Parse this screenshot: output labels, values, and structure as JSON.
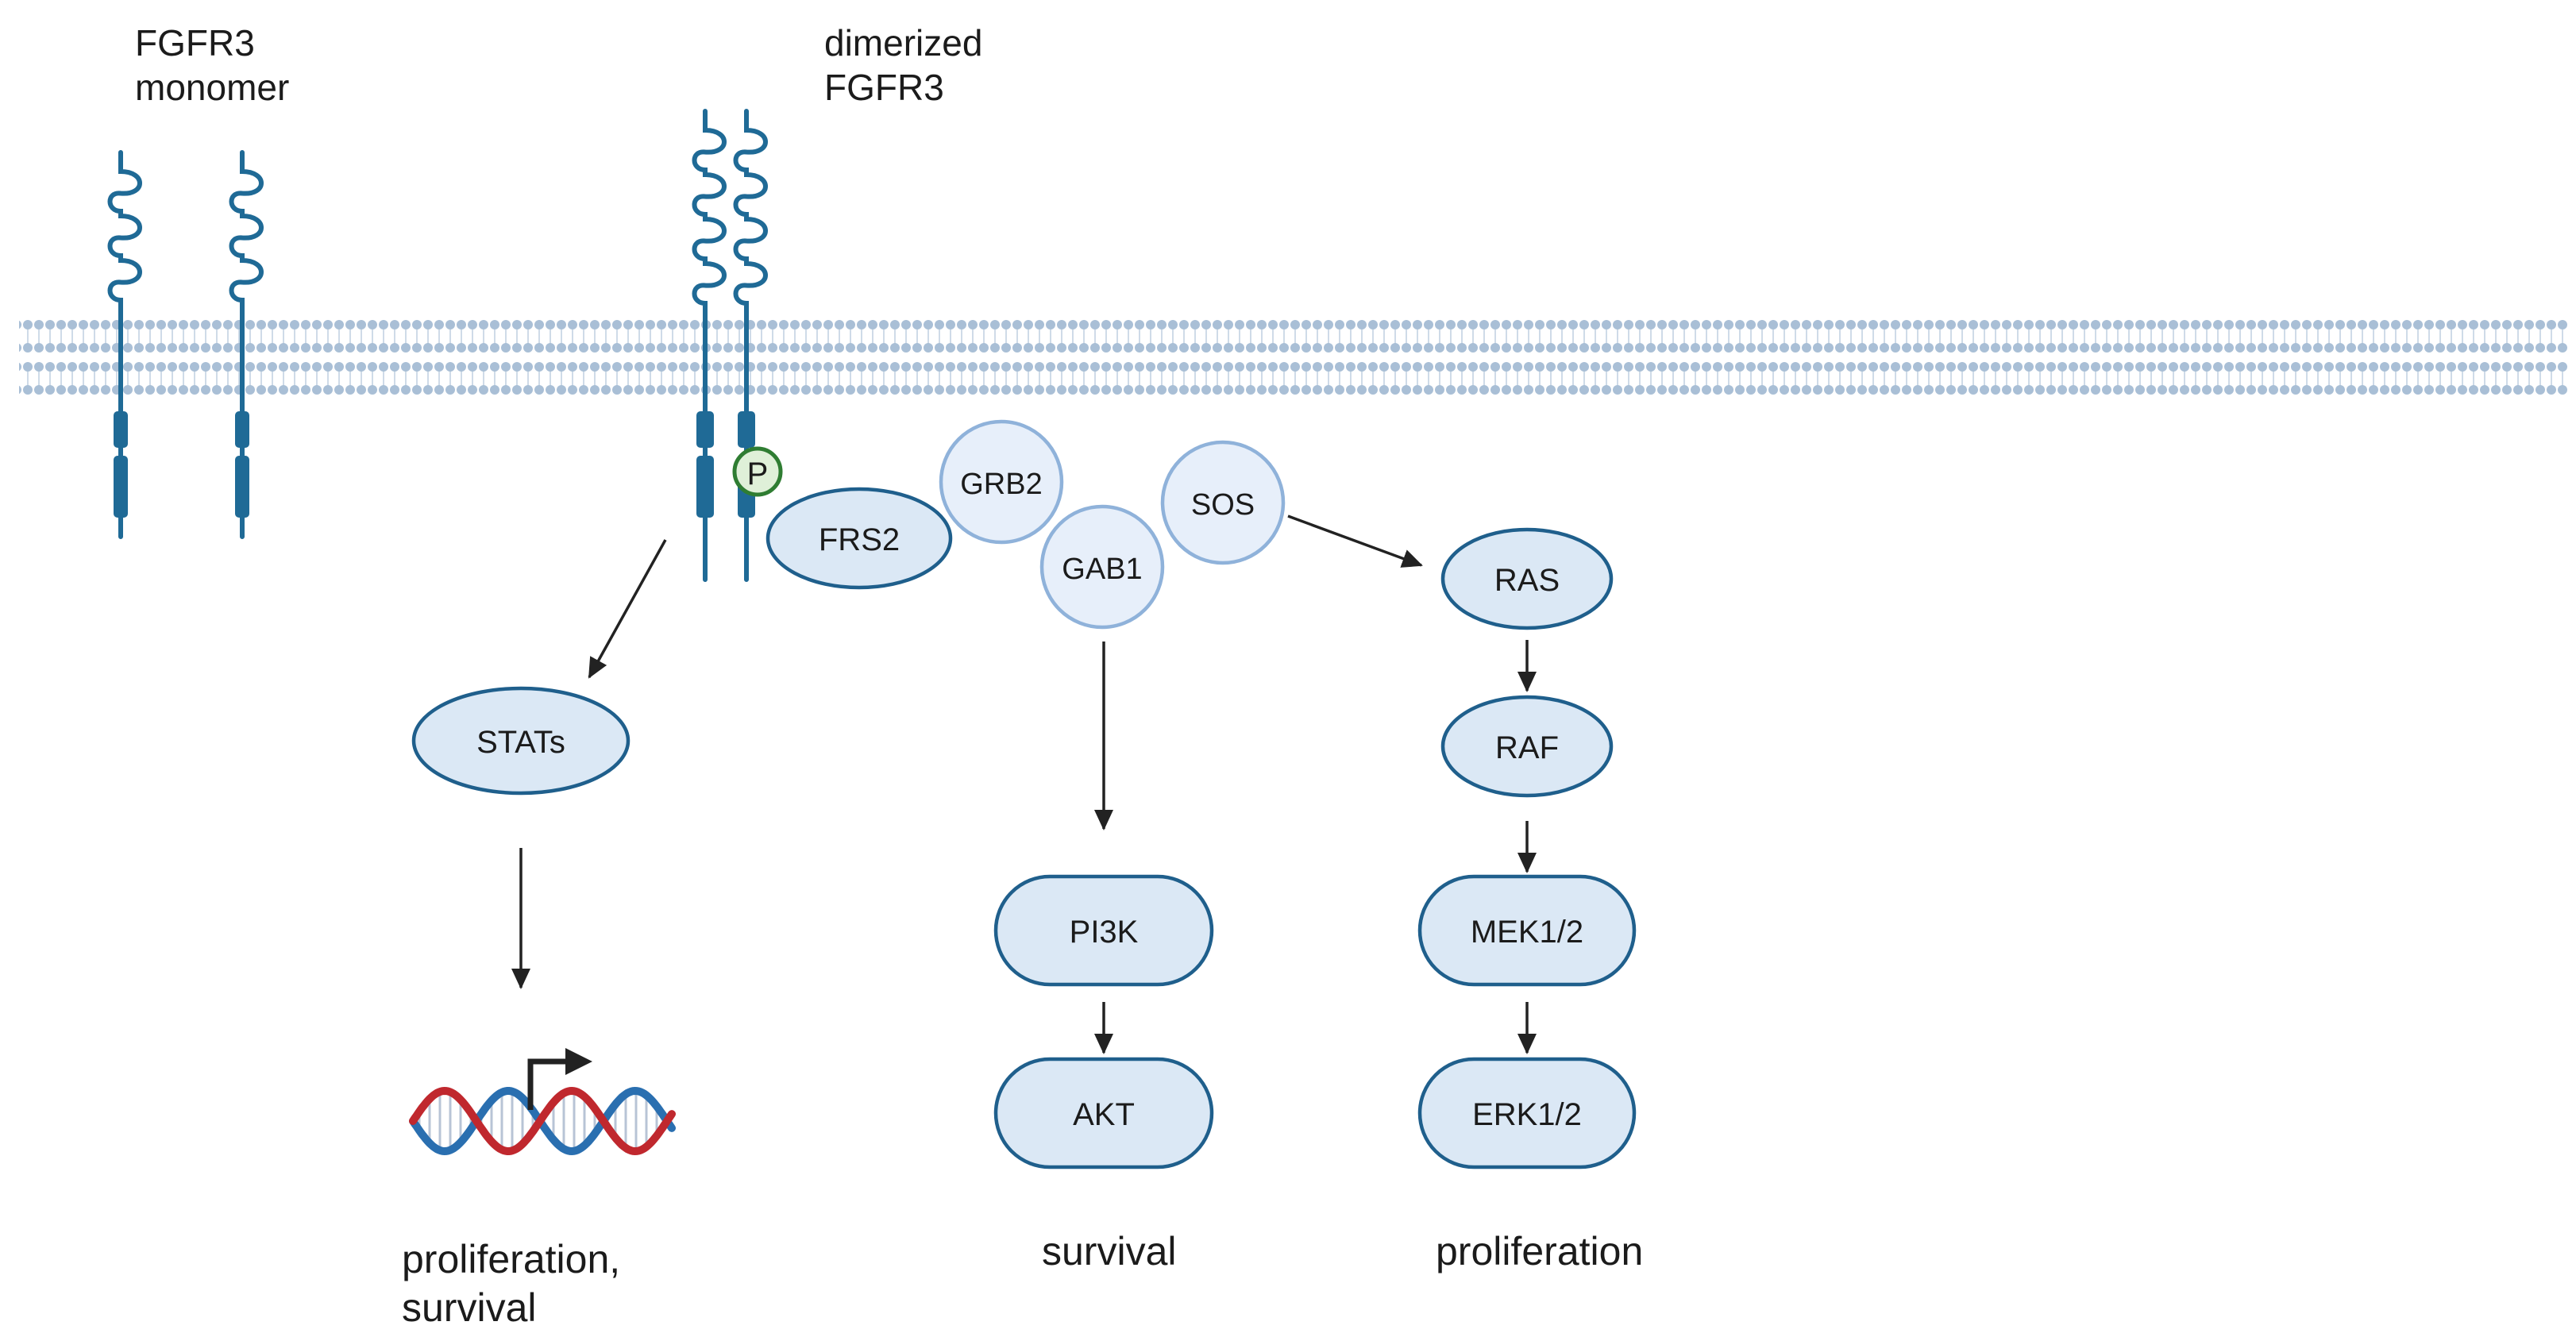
{
  "receptors": {
    "monomer_label": "FGFR3\nmonomer",
    "dimer_label": "dimerized\nFGFR3",
    "phospho_label": "P"
  },
  "adaptors": {
    "frs2": "FRS2",
    "grb2": "GRB2",
    "gab1": "GAB1",
    "sos": "SOS"
  },
  "stat_pathway": {
    "stats": "STATs",
    "outcome": "proliferation,\nsurvival"
  },
  "pi3k_pathway": {
    "pi3k": "PI3K",
    "akt": "AKT",
    "outcome": "survival"
  },
  "mapk_pathway": {
    "ras": "RAS",
    "raf": "RAF",
    "mek": "MEK1/2",
    "erk": "ERK1/2",
    "outcome": "proliferation"
  },
  "colors": {
    "receptor": "#1f6a96",
    "node_fill": "#dbe8f5",
    "node_stroke": "#1f5f8c",
    "adaptor_fill": "#e7effa",
    "adaptor_stroke": "#8fb2da",
    "phospho_fill": "#dff0d8",
    "phospho_stroke": "#2f7d32",
    "membrane": "#a9bfd6",
    "dna_red": "#c0282e",
    "dna_blue": "#2a6fb0"
  }
}
